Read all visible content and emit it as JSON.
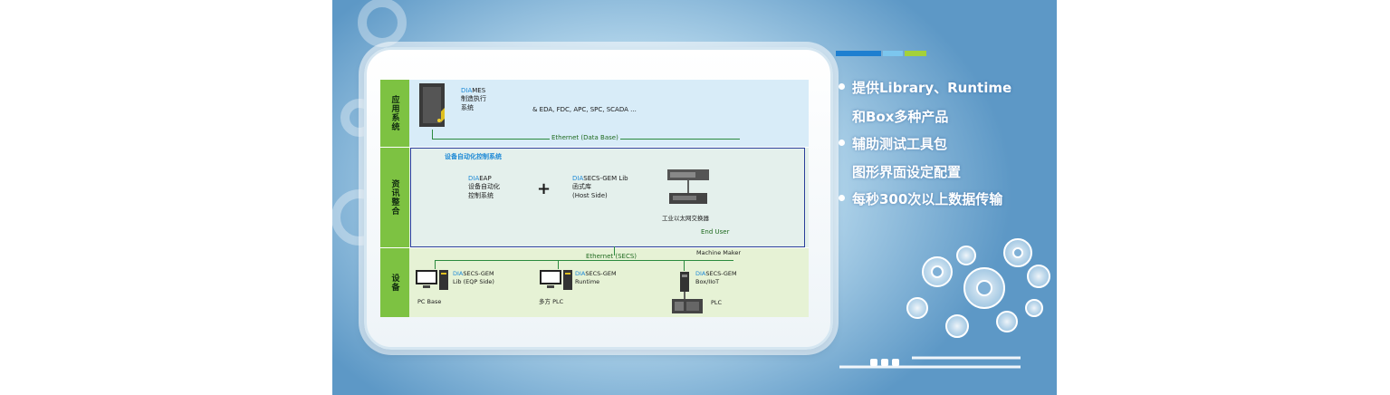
{
  "diagram": {
    "rows": [
      {
        "label": "应用系统"
      },
      {
        "label": "资讯整合"
      },
      {
        "label": "设备"
      }
    ],
    "mes": {
      "prefix": "DIA",
      "name": "MES",
      "line1": "制造执行",
      "line2": "系统"
    },
    "systems_text": "& EDA, FDC, APC, SPC, SCADA ...",
    "ethernet_db": "Ethernet (Data Base)",
    "eac_title": "设备自动化控制系统",
    "eap": {
      "prefix": "DIA",
      "name": "EAP",
      "line1": "设备自动化",
      "line2": "控制系统"
    },
    "plus": "+",
    "secs_lib": {
      "prefix": "DIA",
      "name": "SECS-GEM Lib",
      "line1": "函式库",
      "line2": "(Host Side)"
    },
    "switch_label": "工业以太网交换器",
    "end_user": "End User",
    "ethernet_secs": "Ethernet (SECS)",
    "machine_maker": "Machine Maker",
    "dev1": {
      "prefix": "DIA",
      "name": "SECS-GEM",
      "line1": "Lib (EQP Side)",
      "caption": "PC Base"
    },
    "dev2": {
      "prefix": "DIA",
      "name": "SECS-GEM",
      "line1": "Runtime",
      "caption": "多方 PLC"
    },
    "dev3": {
      "prefix": "DIA",
      "name": "SECS-GEM",
      "line1": "Box/IIoT",
      "caption": "PLC"
    }
  },
  "features": [
    "提供Library、Runtime",
    "和Box多种产品",
    "辅助测试工具包",
    "图形界面设定配置",
    "每秒300次以上数据传输"
  ],
  "colors": {
    "accent_blue": "#1f8ad6",
    "green_label": "#7dc242",
    "line_green": "#2b8a3e"
  }
}
